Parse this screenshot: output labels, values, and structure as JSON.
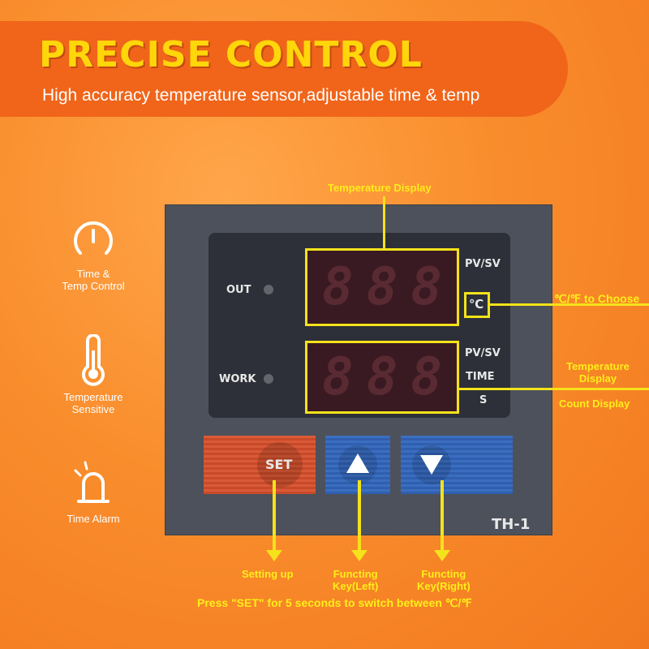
{
  "banner": {
    "title": "PRECISE CONTROL",
    "subtitle": "High accuracy temperature sensor,adjustable time & temp"
  },
  "features": [
    {
      "icon": "gauge-icon",
      "label_line1": "Time &",
      "label_line2": "Temp Control"
    },
    {
      "icon": "thermometer-icon",
      "label_line1": "Temperature",
      "label_line2": "Sensitive"
    },
    {
      "icon": "alarm-icon",
      "label_line1": "Time Alarm",
      "label_line2": ""
    }
  ],
  "panel": {
    "out_label": "OUT",
    "work_label": "WORK",
    "upper_display": {
      "digits": [
        "8",
        "8",
        "8"
      ],
      "label": "PV/SV",
      "unit": "℃"
    },
    "lower_display": {
      "digits": [
        "8",
        "8",
        "8"
      ],
      "label_pv": "PV/SV",
      "label_time": "TIME",
      "label_s": "S"
    },
    "set_button": "SET",
    "model": "TH-1"
  },
  "annotations": {
    "temperature_display_top": "Temperature Display",
    "unit_choose": "℃/℉ to Choose",
    "temperature_display_right_line1": "Temperature",
    "temperature_display_right_line2": "Display",
    "count_display": "Count Display",
    "setting_up": "Setting up",
    "key_left_line1": "Functing",
    "key_left_line2": "Key(Left)",
    "key_right_line1": "Functing",
    "key_right_line2": "Key(Right)",
    "footer": "Press \"SET\" for 5 seconds to switch between ℃/℉"
  },
  "colors": {
    "accent": "#ffd60a",
    "banner": "#f0651a",
    "highlight": "#f4e21a"
  }
}
